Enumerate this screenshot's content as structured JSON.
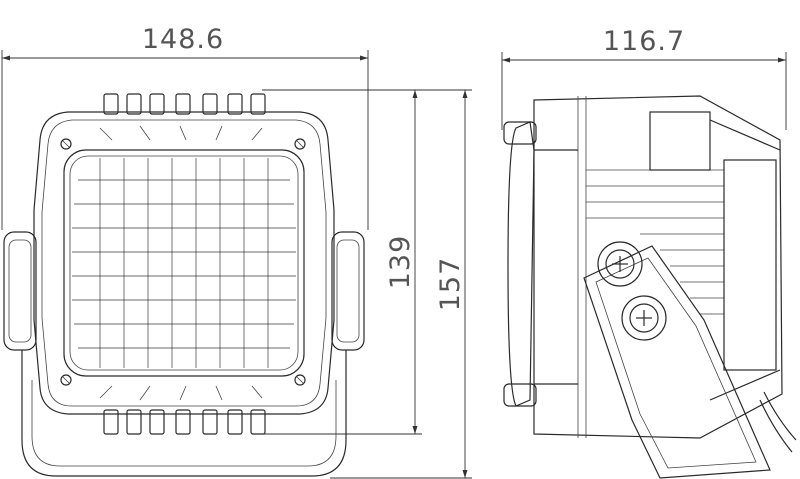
{
  "dimensions": {
    "front_width": "148.6",
    "side_width": "116.7",
    "inner_height": "139",
    "overall_height": "157"
  },
  "colors": {
    "line": "#2a2a2a",
    "dimension_text": "#555555",
    "background": "#ffffff"
  }
}
